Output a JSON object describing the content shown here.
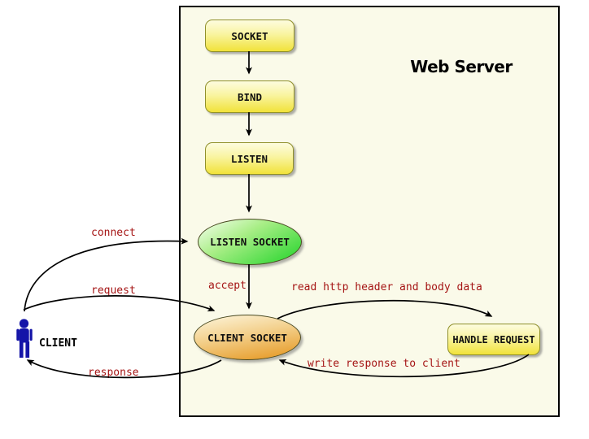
{
  "title": "Web Server",
  "nodes": {
    "socket": {
      "label": "SOCKET"
    },
    "bind": {
      "label": "BIND"
    },
    "listen": {
      "label": "LISTEN"
    },
    "listen_socket": {
      "label": "LISTEN SOCKET"
    },
    "client_socket": {
      "label": "CLIENT SOCKET"
    },
    "handle_request": {
      "label": "HANDLE REQUEST"
    }
  },
  "actor": {
    "label": "CLIENT",
    "icon": "person-icon"
  },
  "edges": {
    "connect": "connect",
    "request": "request",
    "response": "response",
    "accept": "accept",
    "read_http": "read http header and body data",
    "write_response": "write response to client"
  },
  "colors": {
    "canvas_background": "#ffffff",
    "server_background": "#fafae9",
    "server_border": "#000000",
    "node_yellow": "#f1e23a",
    "node_border_olive": "#8f8f2a",
    "ellipse_green": "#3bd93b",
    "ellipse_orange": "#e69a26",
    "edge_label_red": "#a51515",
    "actor_blue": "#1414a8",
    "arrow_black": "#000000"
  }
}
